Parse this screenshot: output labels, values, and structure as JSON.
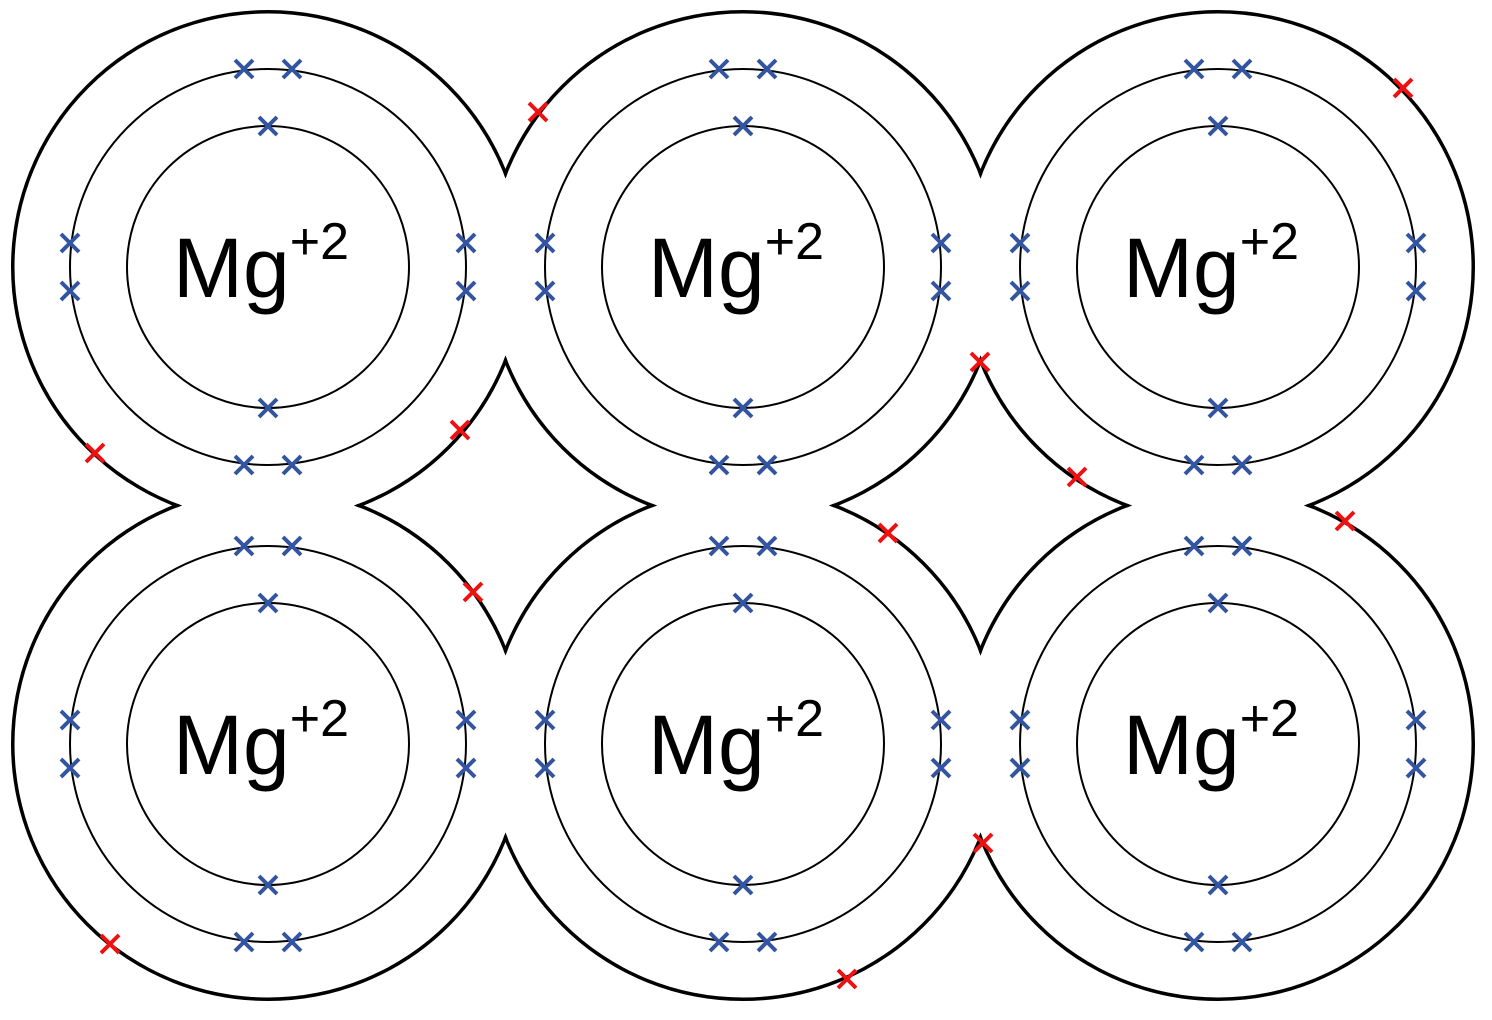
{
  "diagram": {
    "title": "",
    "ions": [
      {
        "element": "Mg",
        "charge": "+2"
      },
      {
        "element": "Mg",
        "charge": "+2"
      },
      {
        "element": "Mg",
        "charge": "+2"
      },
      {
        "element": "Mg",
        "charge": "+2"
      },
      {
        "element": "Mg",
        "charge": "+2"
      },
      {
        "element": "Mg",
        "charge": "+2"
      }
    ],
    "ion_grid": {
      "rows": 2,
      "columns": 3
    },
    "electrons_per_ion": {
      "first_shell": 2,
      "second_shell": 8
    },
    "delocalized_electron_count": 12,
    "colors": {
      "shell_electron": "#3355a0",
      "delocalized_electron": "#ee1111",
      "outline": "#000000",
      "background": "#ffffff"
    },
    "markers": {
      "electron": "cross-mark"
    }
  }
}
